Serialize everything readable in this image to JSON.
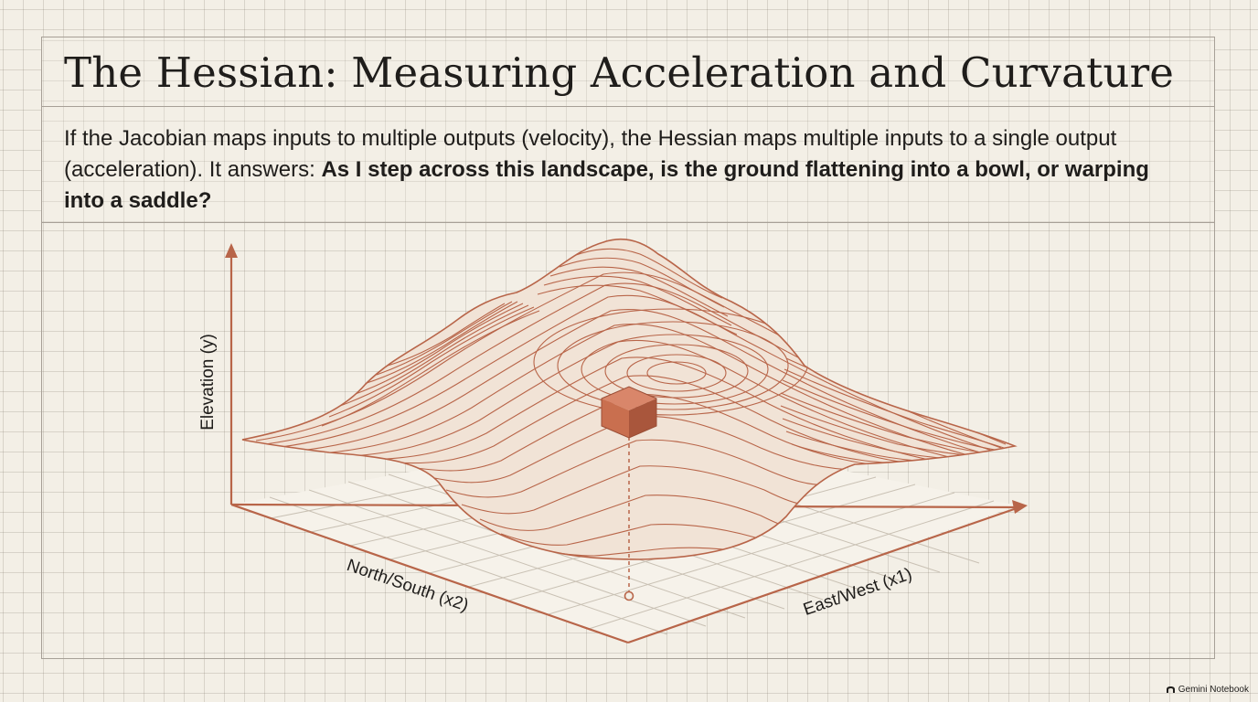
{
  "header": {
    "title": "The Hessian: Measuring Acceleration and Curvature",
    "intro_plain": "If the Jacobian maps inputs to multiple outputs (velocity), the Hessian maps multiple inputs to a single output (acceleration). It answers: ",
    "intro_bold": "As I step across this landscape, is the ground flattening into a bowl, or warping into a saddle?"
  },
  "diagram": {
    "y_axis_label": "Elevation (y)",
    "x2_axis_label": "North/South (x2)",
    "x1_axis_label": "East/West (x1)",
    "colors": {
      "accent": "#b86549",
      "cube_front": "#c96f4f",
      "cube_top": "#d9866a",
      "cube_side": "#a9563c",
      "surface_fill": "#f1e3d6",
      "floor_grid": "#c9c1b4"
    },
    "icons": [
      "marker-cube-icon",
      "drop-point-icon",
      "axis-arrow-icon"
    ]
  },
  "footer": {
    "brand": "Gemini Notebook",
    "icon": "gemini-notebook-icon"
  }
}
